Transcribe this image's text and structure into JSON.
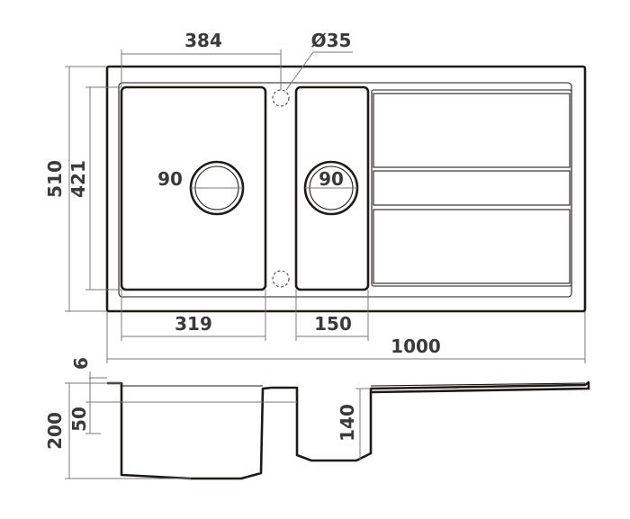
{
  "dimensions": {
    "bowl_spacing": "384",
    "tap_hole_diameter": "Ø35",
    "overall_depth": "510",
    "bowl_length": "421",
    "left_drain": "90",
    "right_drain": "90",
    "main_bowl_width": "319",
    "small_bowl_width": "150",
    "overall_width": "1000",
    "rim_thickness": "6",
    "overall_height": "200",
    "rim_height": "50",
    "small_bowl_depth": "140"
  },
  "colors": {
    "outline": "#1e1a17",
    "dimension_line": "#7a7a7a",
    "label": "#3a3a3a"
  }
}
